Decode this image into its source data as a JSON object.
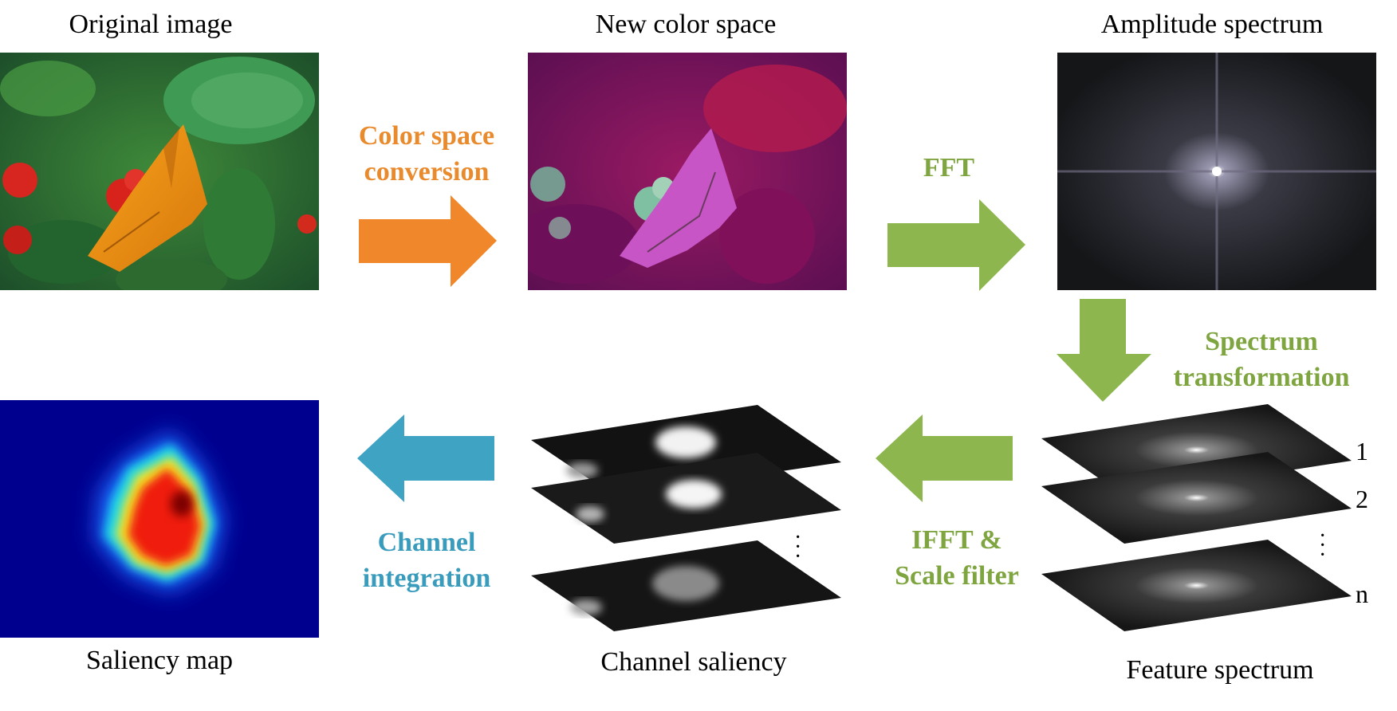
{
  "panels": {
    "original_image": "Original image",
    "new_color_space": "New color space",
    "amplitude_spectrum": "Amplitude spectrum",
    "saliency_map": "Saliency map",
    "channel_saliency": "Channel saliency",
    "feature_spectrum": "Feature spectrum"
  },
  "steps": {
    "color_space_conversion": [
      "Color space",
      "conversion"
    ],
    "fft": "FFT",
    "spectrum_transformation": [
      "Spectrum",
      "transformation"
    ],
    "ifft_scale_filter": [
      "IFFT &",
      "Scale filter"
    ],
    "channel_integration": [
      "Channel",
      "integration"
    ]
  },
  "layer_labels": [
    "1",
    "2",
    "n"
  ],
  "colors": {
    "orange_arrow": "#f0882b",
    "green_arrow": "#8db64f",
    "blue_arrow": "#3fa3c4",
    "orange_text": "#e98a2c",
    "green_text": "#7fa540",
    "blue_text": "#3a9cbc"
  }
}
